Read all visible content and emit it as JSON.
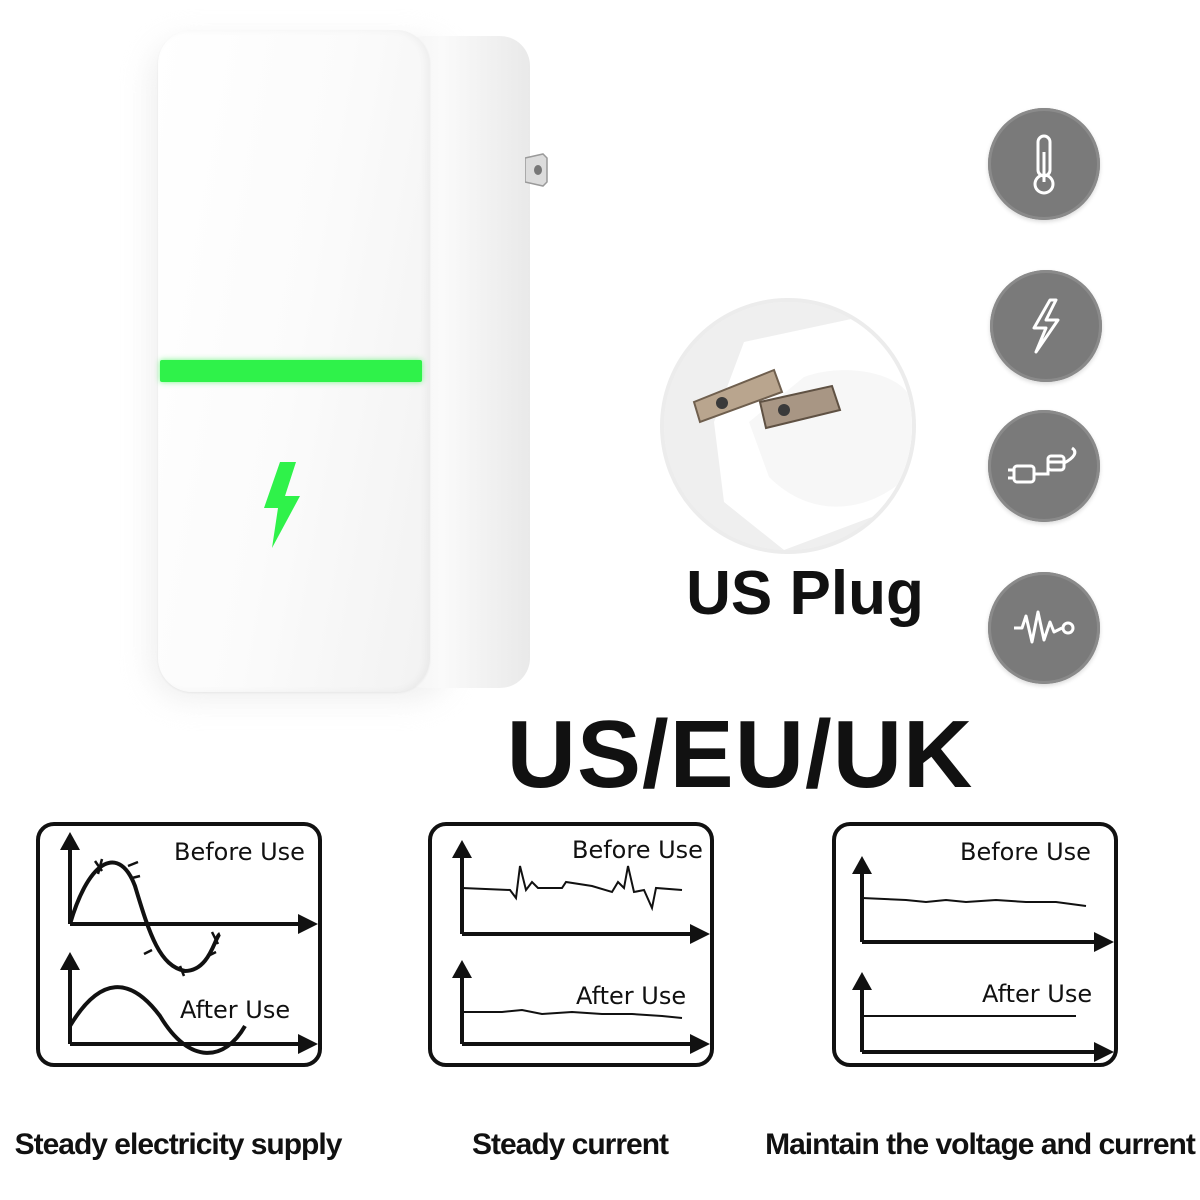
{
  "product": {
    "plug_title": "US Plug",
    "region_title": "US/EU/UK",
    "accent_color": "#2ff24a",
    "icon": "lightning-bolt-icon"
  },
  "features": [
    {
      "icon": "thermometer-icon"
    },
    {
      "icon": "lightning-icon"
    },
    {
      "icon": "plug-connector-icon"
    },
    {
      "icon": "waveform-icon"
    }
  ],
  "panels": [
    {
      "before_label": "Before Use",
      "after_label": "After Use",
      "caption": "Steady electricity supply"
    },
    {
      "before_label": "Before Use",
      "after_label": "After Use",
      "caption": "Steady current"
    },
    {
      "before_label": "Before Use",
      "after_label": "After Use",
      "caption": "Maintain the voltage and current"
    }
  ]
}
